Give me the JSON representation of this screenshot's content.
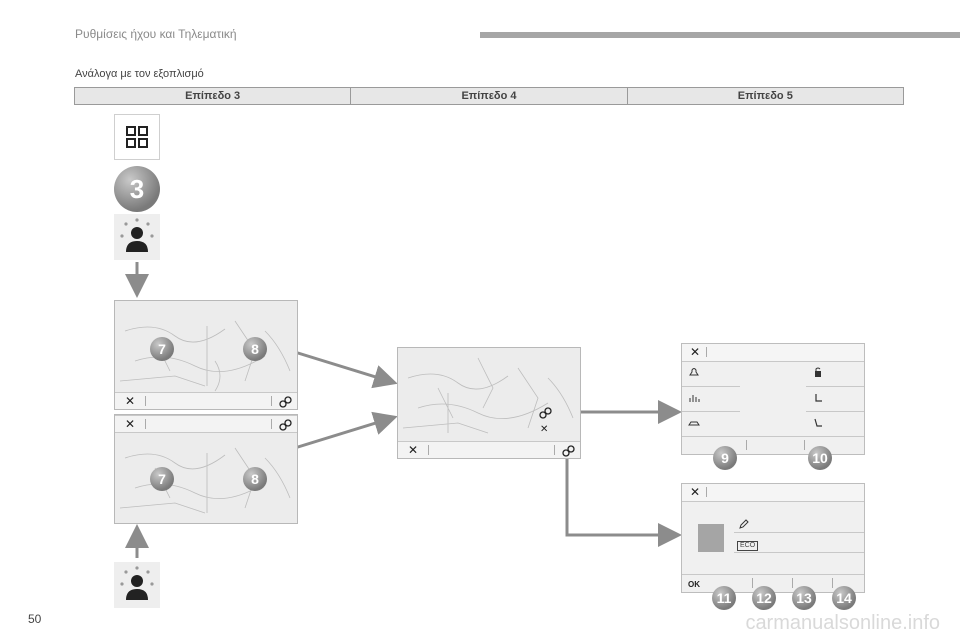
{
  "header": {
    "title": "Ρυθμίσεις ήχου και Τηλεματική"
  },
  "subtitle": "Ανάλογα με τον εξοπλισμό",
  "levels": [
    "Επίπεδο 3",
    "Επίπεδο 4",
    "Επίπεδο 5"
  ],
  "callouts": {
    "step": "3",
    "left_top": [
      "7",
      "8"
    ],
    "left_bottom": [
      "7",
      "8"
    ],
    "right_top": [
      "9",
      "10"
    ],
    "right_bottom": [
      "11",
      "12",
      "13",
      "14"
    ]
  },
  "glyphs": {
    "close": "✕",
    "ok": "OK",
    "eco": "ECO"
  },
  "page_number": "50",
  "watermark": "carmanualsonline.info",
  "colors": {
    "arrow": "#8c8c8c",
    "badge": "#8a8a8a",
    "screen_bg": "#ececec"
  }
}
